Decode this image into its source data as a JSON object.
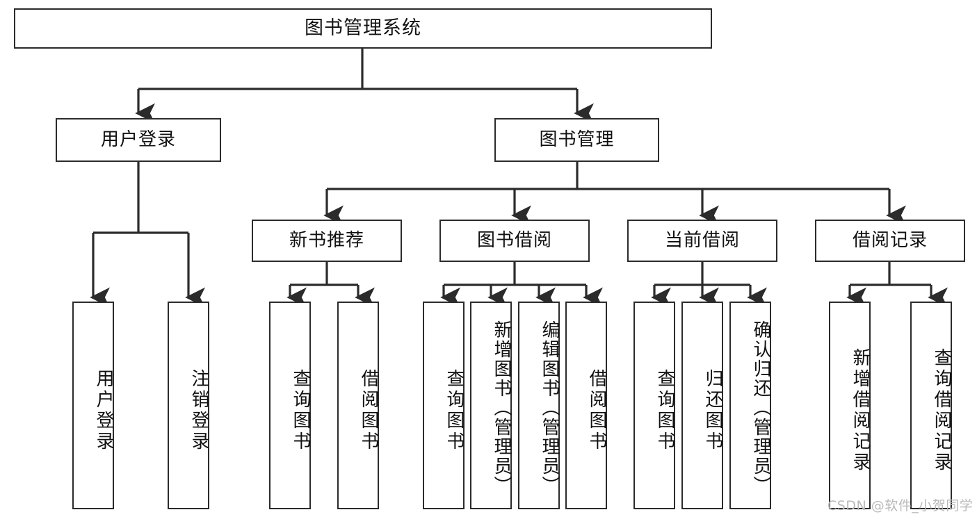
{
  "diagram": {
    "title": "图书管理系统",
    "type": "tree-hierarchy",
    "root": {
      "label": "图书管理系统"
    },
    "level2": [
      {
        "label": "用户登录"
      },
      {
        "label": "图书管理"
      }
    ],
    "level3": [
      {
        "label": "新书推荐"
      },
      {
        "label": "图书借阅"
      },
      {
        "label": "当前借阅"
      },
      {
        "label": "借阅记录"
      }
    ],
    "leaves": {
      "user_login": [
        {
          "label": "用户登录"
        },
        {
          "label": "注销登录"
        }
      ],
      "new_book": [
        {
          "label": "查询图书"
        },
        {
          "label": "借阅图书"
        }
      ],
      "book_borrow": [
        {
          "label": "查询图书"
        },
        {
          "label": "新增图书（管理员）"
        },
        {
          "label": "编辑图书（管理员）"
        },
        {
          "label": "借阅图书"
        }
      ],
      "current_borrow": [
        {
          "label": "查询图书"
        },
        {
          "label": "归还图书"
        },
        {
          "label": "确认归还（管理员）"
        }
      ],
      "borrow_record": [
        {
          "label": "新增借阅记录"
        },
        {
          "label": "查询借阅记录"
        }
      ]
    }
  },
  "watermark": {
    "text": "CSDN @软件_小贺同学"
  },
  "colors": {
    "stroke": "#2b2b2b",
    "fill": "#ffffff",
    "text": "#111111",
    "watermark": "#b9b9b9"
  }
}
